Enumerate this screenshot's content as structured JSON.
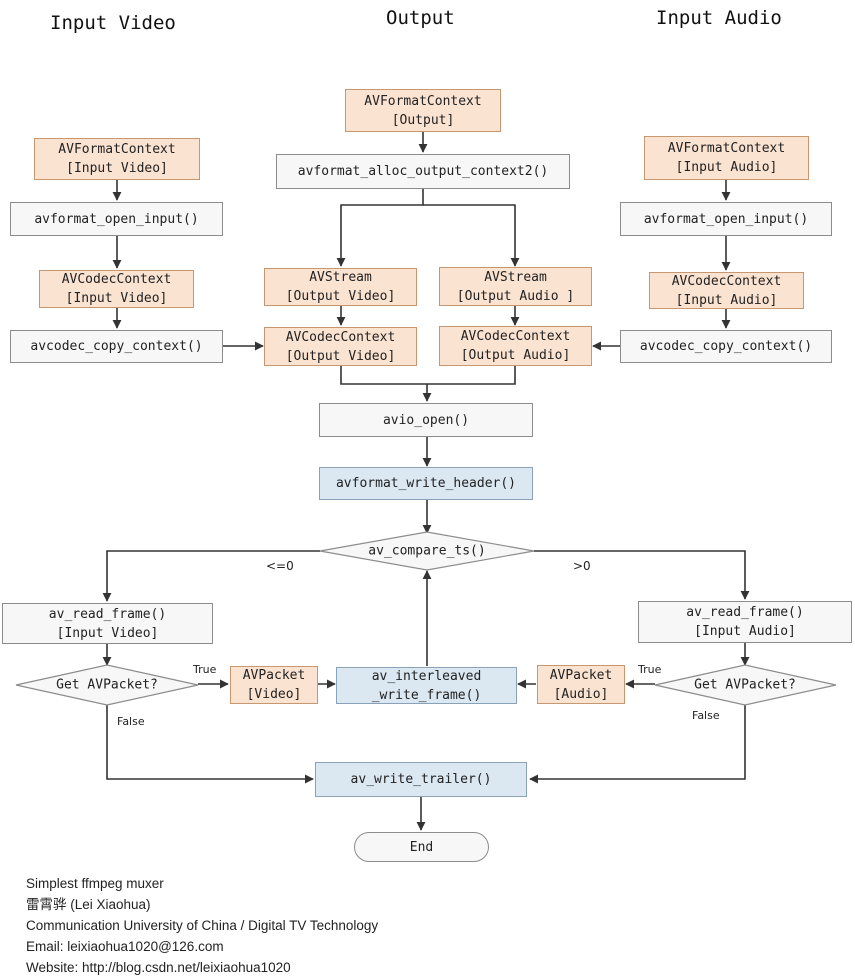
{
  "headers": {
    "input_video": "Input Video",
    "output": "Output",
    "input_audio": "Input Audio"
  },
  "output_col": {
    "fmt_ctx": [
      "AVFormatContext",
      "[Output]"
    ],
    "alloc": "avformat_alloc_output_context2()",
    "stream_video": [
      "AVStream",
      "[Output Video]"
    ],
    "stream_audio": [
      "AVStream",
      "[Output Audio ]"
    ],
    "codec_video": [
      "AVCodecContext",
      "[Output Video]"
    ],
    "codec_audio": [
      "AVCodecContext",
      "[Output Audio]"
    ],
    "avio_open": "avio_open()",
    "write_header": "avformat_write_header()",
    "compare_ts": "av_compare_ts()",
    "interleaved": [
      "av_interleaved",
      "_write_frame()"
    ],
    "write_trailer": "av_write_trailer()",
    "end": "End"
  },
  "video_col": {
    "fmt_ctx": [
      "AVFormatContext",
      "[Input Video]"
    ],
    "open_input": "avformat_open_input()",
    "codec_ctx": [
      "AVCodecContext",
      "[Input Video]"
    ],
    "copy_ctx": "avcodec_copy_context()",
    "read_frame": [
      "av_read_frame()",
      "[Input Video]"
    ],
    "get_packet": "Get AVPacket?",
    "packet": [
      "AVPacket",
      "[Video]"
    ]
  },
  "audio_col": {
    "fmt_ctx": [
      "AVFormatContext",
      "[Input Audio]"
    ],
    "open_input": "avformat_open_input()",
    "codec_ctx": [
      "AVCodecContext",
      "[Input Audio]"
    ],
    "copy_ctx": "avcodec_copy_context()",
    "read_frame": [
      "av_read_frame()",
      "[Input Audio]"
    ],
    "get_packet": "Get AVPacket?",
    "packet": [
      "AVPacket",
      "[Audio]"
    ]
  },
  "edge_labels": {
    "le0": "<=0",
    "gt0": ">0",
    "true_v": "True",
    "false_v": "False",
    "true_a": "True",
    "false_a": "False"
  },
  "credits": {
    "line1": "Simplest ffmpeg muxer",
    "line2": "雷霄骅 (Lei Xiaohua)",
    "line3": "Communication University of China / Digital TV Technology",
    "line4": "Email:  leixiaohua1020@126.com",
    "line5": "Website:  http://blog.csdn.net/leixiaohua1020"
  }
}
